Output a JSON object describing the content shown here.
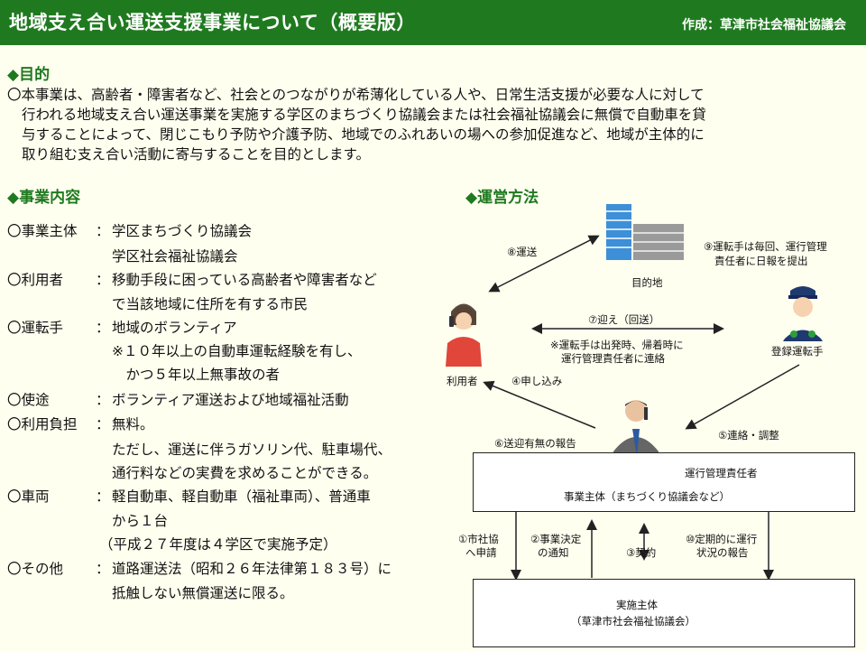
{
  "header": {
    "title": "地域支え合い運送支援事業について（概要版）",
    "author": "作成：草津市社会福祉協議会"
  },
  "purpose": {
    "heading": "◆目的",
    "lines": [
      "〇本事業は、高齢者・障害者など、社会とのつながりが希薄化している人や、日常生活支援が必要な人に対して",
      "行われる地域支え合い運送事業を実施する学区のまちづくり協議会または社会福祉協議会に無償で自動車を貸",
      "与することによって、閉じこもり予防や介護予防、地域でのふれあいの場への参加促進など、地域が主体的に",
      "取り組む支え合い活動に寄与することを目的とします。"
    ]
  },
  "content": {
    "heading": "◆事業内容",
    "items": [
      {
        "label": "〇事業主体",
        "colon": "：",
        "lines": [
          "学区まちづくり協議会",
          "学区社会福祉協議会"
        ]
      },
      {
        "label": "〇利用者",
        "colon": "：",
        "lines": [
          "移動手段に困っている高齢者や障害者など",
          "で当該地域に住所を有する市民"
        ]
      },
      {
        "label": "〇運転手",
        "colon": "：",
        "lines": [
          "地域のボランティア",
          "※１０年以上の自動車運転経験を有し、",
          "　かつ５年以上無事故の者"
        ]
      },
      {
        "label": "〇使途",
        "colon": "：",
        "lines": [
          "ボランティア運送および地域福祉活動"
        ]
      },
      {
        "label": "〇利用負担",
        "colon": "：",
        "lines": [
          "無料。",
          "ただし、運送に伴うガソリン代、駐車場代、",
          "通行料などの実費を求めることができる。"
        ]
      },
      {
        "label": "〇車両",
        "colon": "：",
        "lines": [
          "軽自動車、軽自動車（福祉車両）、普通車",
          "から１台",
          "（平成２７年度は４学区で実施予定）"
        ]
      },
      {
        "label": "〇その他",
        "colon": "：",
        "lines": [
          "道路運送法（昭和２６年法律第１８３号）に",
          "抵触しない無償運送に限る。"
        ]
      }
    ]
  },
  "operation": {
    "heading": "◆運営方法",
    "destination": "目的地",
    "user": "利用者",
    "driver": "登録運転手",
    "manager": "運行管理責任者",
    "entity_main": "事業主体（まちづくり協議会など）",
    "impl_title": "実施主体",
    "impl_org": "（草津市社会福祉協議会）",
    "step1": [
      "①市社協",
      "へ申請"
    ],
    "step2": [
      "②事業決定",
      "の通知"
    ],
    "step3": "③契約",
    "step4": "④申し込み",
    "step5": "⑤連絡・調整",
    "step6": "⑥送迎有無の報告",
    "step7": "⑦迎え（回送）",
    "step7_note": [
      "※運転手は出発時、帰着時に",
      "運行管理責任者に連絡"
    ],
    "step8": "⑧運送",
    "step9": [
      "⑨運転手は毎回、運行管理",
      "責任者に日報を提出"
    ],
    "step10": [
      "⑩定期的に運行",
      "状況の報告"
    ]
  },
  "colors": {
    "header_bg": "#1F7A1F",
    "heading_text": "#1F7A1F",
    "page_bg": "#FFFFF0"
  }
}
